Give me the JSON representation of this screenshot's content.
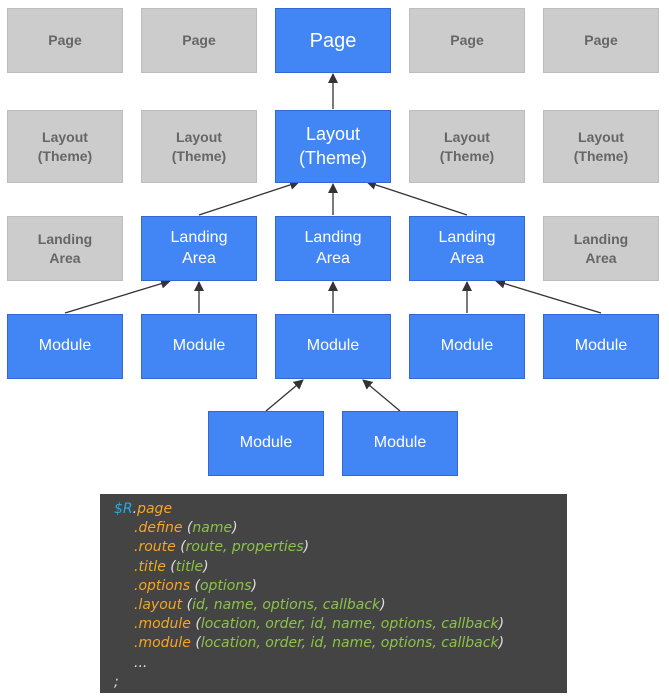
{
  "diagram": {
    "row1": [
      "Page",
      "Page",
      "Page",
      "Page",
      "Page"
    ],
    "row2": [
      "Layout\n(Theme)",
      "Layout\n(Theme)",
      "Layout\n(Theme)",
      "Layout\n(Theme)",
      "Layout\n(Theme)"
    ],
    "row3": [
      "Landing\nArea",
      "Landing\nArea",
      "Landing\nArea",
      "Landing\nArea",
      "Landing\nArea"
    ],
    "row4": [
      "Module",
      "Module",
      "Module",
      "Module",
      "Module"
    ],
    "row5": [
      "Module",
      "Module"
    ]
  },
  "code": {
    "line0": {
      "var": "$R",
      "dot": ".",
      "kw": "page"
    },
    "line1": {
      "kw": ".define",
      "open": " (",
      "args": "name",
      "close": ")"
    },
    "line2": {
      "kw": ".route",
      "open": " (",
      "args": "route, properties",
      "close": ")"
    },
    "line3": {
      "kw": ".title",
      "open": " (",
      "args": "title",
      "close": ")"
    },
    "line4": {
      "kw": ".options",
      "open": " (",
      "args": "options",
      "close": ")"
    },
    "line5": {
      "kw": ".layout",
      "open": " (",
      "args": "id, name, options, callback",
      "close": ")"
    },
    "line6": {
      "kw": ".module",
      "open": " (",
      "args": "location, order, id, name, options, callback",
      "close": ")"
    },
    "line7": {
      "kw": ".module",
      "open": " (",
      "args": "location, order, id, name, options, callback",
      "close": ")"
    },
    "line8": "...",
    "line9": ";"
  },
  "colors": {
    "active_box": "#4285f4",
    "inactive_box": "#cccccc",
    "code_bg": "#444444",
    "code_var": "#29a8e0",
    "code_keyword": "#f5a623",
    "code_args": "#8bc34a"
  }
}
